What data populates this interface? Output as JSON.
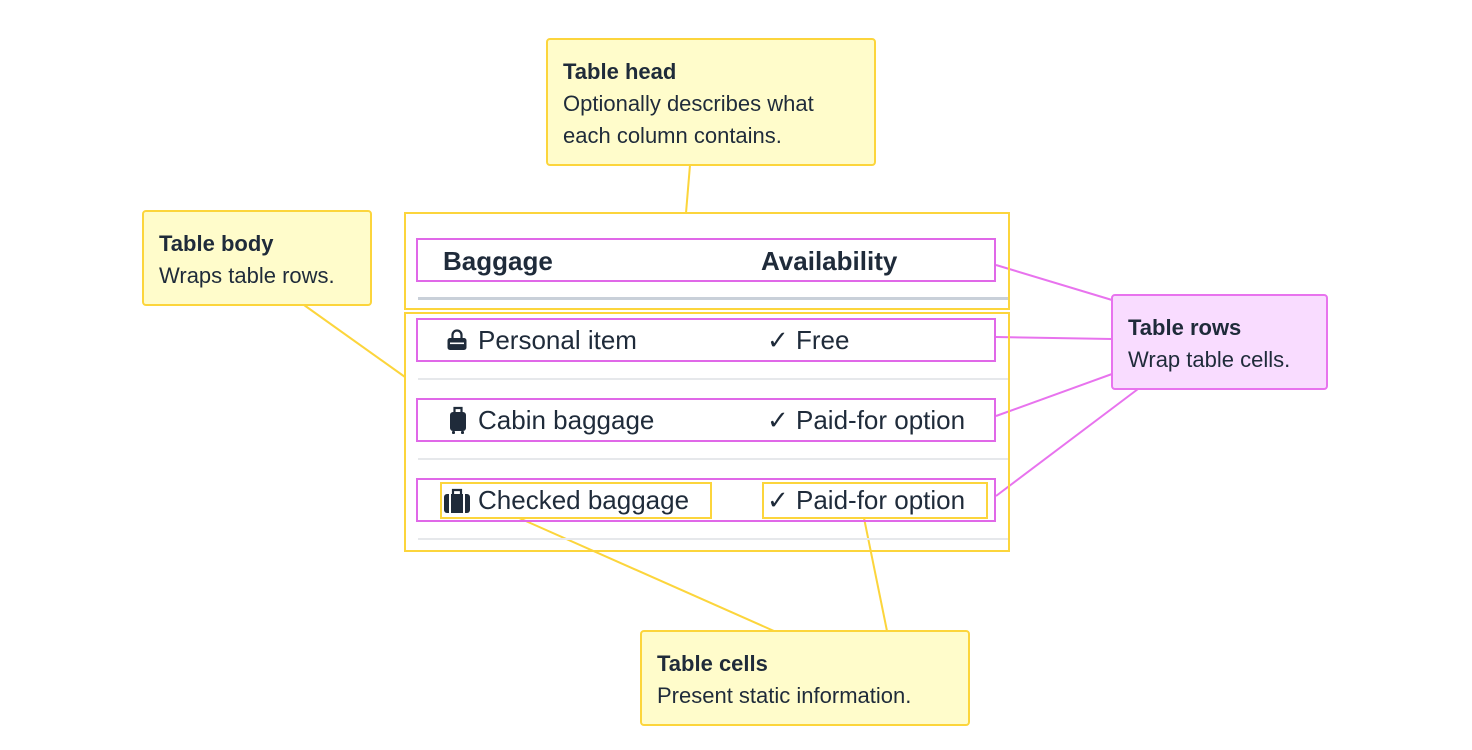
{
  "annotations": {
    "table_head": {
      "title": "Table head",
      "body_line1": "Optionally describes what",
      "body_line2": "each column contains."
    },
    "table_body": {
      "title": "Table body",
      "body": "Wraps table rows."
    },
    "table_rows": {
      "title": "Table rows",
      "body": "Wrap table cells."
    },
    "table_cells": {
      "title": "Table cells",
      "body": "Present static information."
    }
  },
  "table": {
    "headers": [
      "Baggage",
      "Availability"
    ],
    "rows": [
      {
        "icon": "handbag-icon",
        "item": "Personal item",
        "check": "✓",
        "availability": "Free"
      },
      {
        "icon": "suitcase-icon",
        "item": "Cabin baggage",
        "check": "✓",
        "availability": "Paid-for option"
      },
      {
        "icon": "luggage-icon",
        "item": "Checked baggage",
        "check": "✓",
        "availability": "Paid-for option"
      }
    ]
  },
  "colors": {
    "yellow_note_bg": "#fffccb",
    "yellow_border": "#fcd53c",
    "pink_note_bg": "#f9dcff",
    "pink_border": "#e068e8",
    "text": "#1f2b3a"
  }
}
